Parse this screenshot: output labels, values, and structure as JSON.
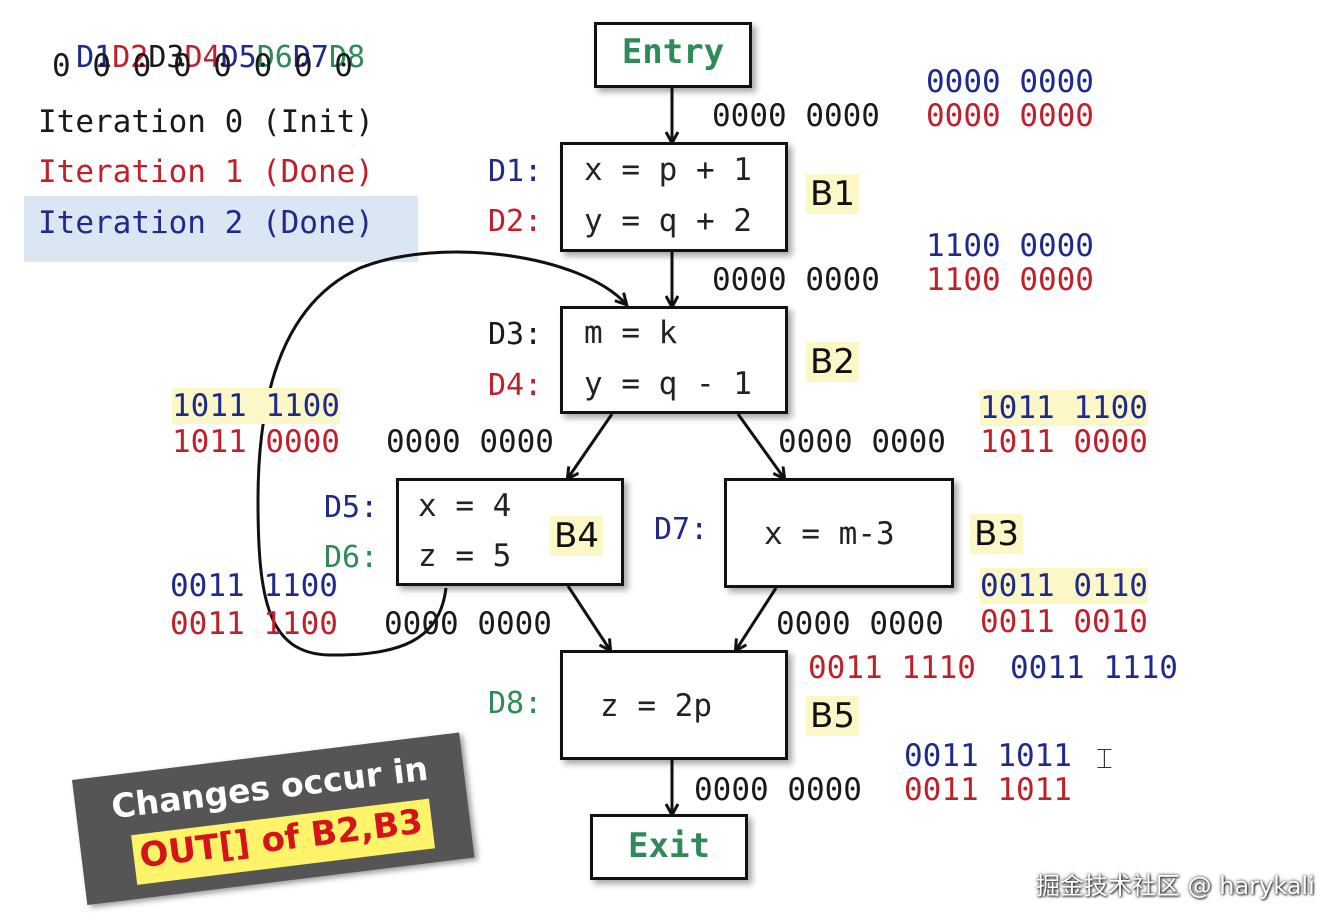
{
  "legend": {
    "defs": [
      {
        "text": "D1",
        "color": "#1f2a8c"
      },
      {
        "text": "D2",
        "color": "#c0202a"
      },
      {
        "text": "D3",
        "color": "#1a1a1a"
      },
      {
        "text": "D4",
        "color": "#c0202a"
      },
      {
        "text": "D5",
        "color": "#1f2a8c"
      },
      {
        "text": "D6",
        "color": "#2e8b57"
      },
      {
        "text": "D7",
        "color": "#1f2a8c"
      },
      {
        "text": "D8",
        "color": "#2e8b57"
      }
    ],
    "zeros": "0 0 0 0 0 0 0 0",
    "iter0": "Iteration 0 (Init)",
    "iter1": "Iteration 1 (Done)",
    "iter2": "Iteration 2 (Done)"
  },
  "nodes": {
    "entry": "Entry",
    "exit": "Exit",
    "b1": {
      "name": "B1",
      "d1": "D1:",
      "s1": "x = p + 1",
      "d2": "D2:",
      "s2": "y = q + 2"
    },
    "b2": {
      "name": "B2",
      "d3": "D3:",
      "s3": "m = k",
      "d4": "D4:",
      "s4": "y = q - 1"
    },
    "b4": {
      "name": "B4",
      "d5": "D5:",
      "s5": "x = 4",
      "d6": "D6:",
      "s6": "z = 5"
    },
    "b3": {
      "name": "B3",
      "d7": "D7:",
      "s7": "x = m-3"
    },
    "b5": {
      "name": "B5",
      "d8": "D8:",
      "s8": "z = 2p"
    }
  },
  "bitvectors": {
    "entry_out_blue": "0000 0000",
    "entry_in_black": "0000 0000",
    "entry_out_red": "0000 0000",
    "b1_out_blue": "1100 0000",
    "b1_in_black": "0000 0000",
    "b1_out_red": "1100 0000",
    "b4_in_blue": "1011 1100",
    "b4_in_red": "1011 0000",
    "b4_in_black": "0000 0000",
    "b3_in_blue": "1011 1100",
    "b3_in_black": "0000 0000",
    "b3_in_red": "1011 0000",
    "b4_out_blue": "0011 1100",
    "b4_out_red": "0011 1100",
    "b4_out_black": "0000 0000",
    "b3_out_black": "0000 0000",
    "b3_out_blue": "0011 0110",
    "b3_out_red": "0011 0010",
    "b5_in_red": "0011 1110",
    "b5_in_blue": "0011 1110",
    "b5_out_blue": "0011 1011",
    "b5_out_black": "0000 0000",
    "b5_out_red": "0011 1011"
  },
  "callout": {
    "line1": "Changes occur in",
    "line2": "OUT[] of B2,B3"
  },
  "watermark": "掘金技术社区 @ harykali"
}
